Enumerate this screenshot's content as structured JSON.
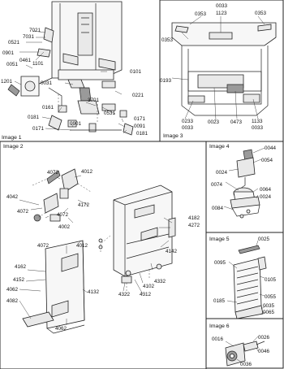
{
  "panels": {
    "image1": "Image 1",
    "image2": "Image 2",
    "image3": "Image 3",
    "image4": "Image 4",
    "image5": "Image 5",
    "image6": "Image 6"
  },
  "callouts": {
    "image1": [
      "7021",
      "7031",
      "0521",
      "0901",
      "0461",
      "1101",
      "0051",
      "1201",
      "0031",
      "0101",
      "0221",
      "3701",
      "0531",
      "0161",
      "0181",
      "0901",
      "0171",
      "0171",
      "0091",
      "0181"
    ],
    "image3": [
      "0033",
      "1123",
      "0353",
      "0353",
      "0353",
      "0193",
      "0233",
      "0033",
      "0023",
      "0473",
      "1133",
      "0033"
    ],
    "image2": [
      "4072",
      "4012",
      "4042",
      "4072",
      "4172",
      "4072",
      "4002",
      "4072",
      "4012",
      "4162",
      "4152",
      "4062",
      "4082",
      "4132",
      "4062",
      "4182",
      "4272",
      "4142",
      "4332",
      "4102",
      "4322",
      "4312"
    ],
    "image4": [
      "0044",
      "0054",
      "0024",
      "0074",
      "0064",
      "0024",
      "0084"
    ],
    "image5": [
      "0025",
      "0095",
      "0105",
      "0055",
      "0185",
      "0035",
      "0065"
    ],
    "image6": [
      "0016",
      "0026",
      "0046",
      "0036"
    ]
  },
  "icons": {
    "part_outline": "line-art-part"
  }
}
